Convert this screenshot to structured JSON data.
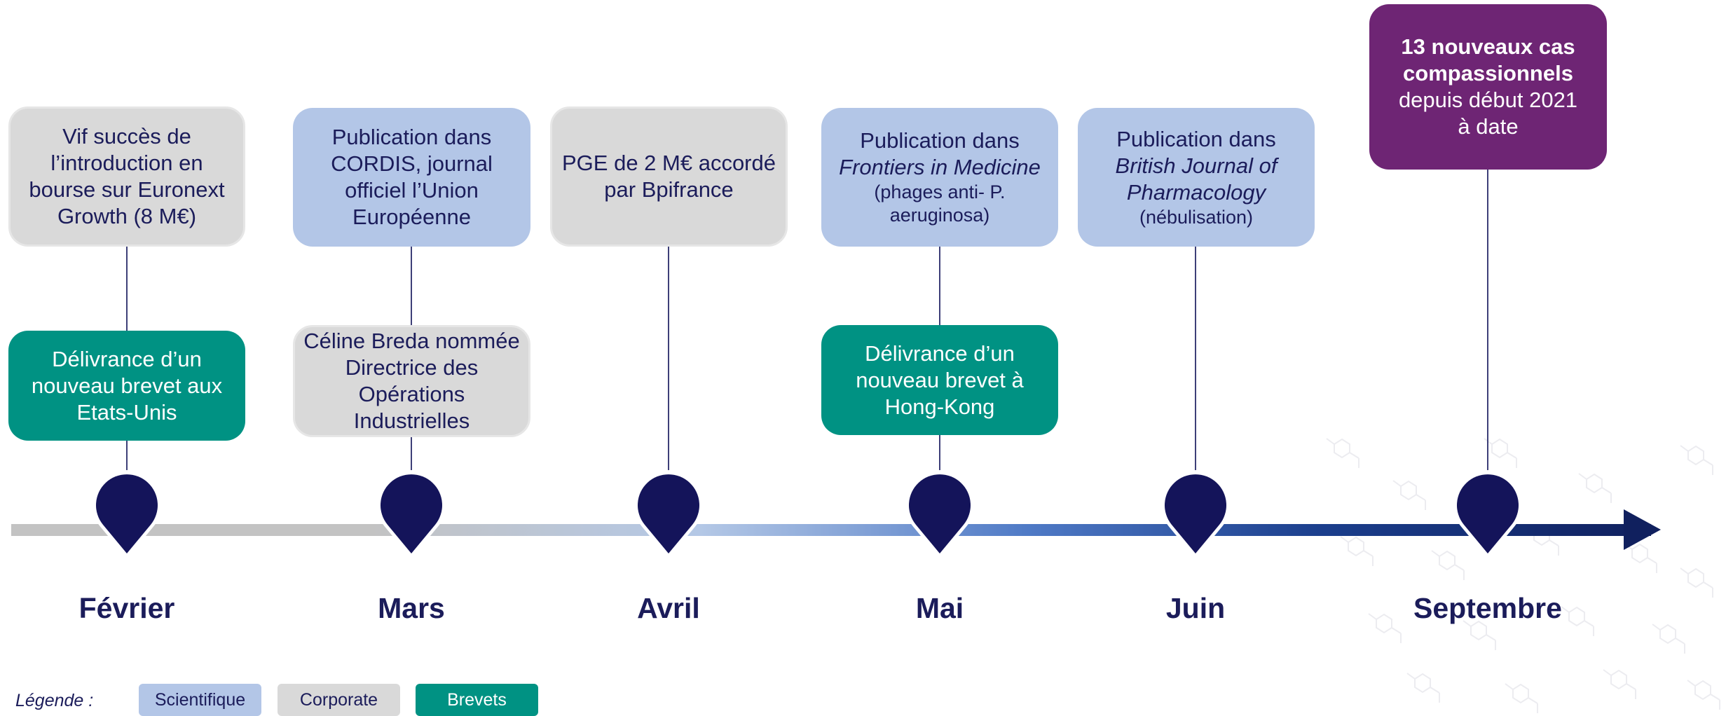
{
  "timeline": {
    "months": [
      "Février",
      "Mars",
      "Avril",
      "Mai",
      "Juin",
      "Septembre"
    ],
    "events": {
      "fevrier_ipo": [
        "Vif succès de",
        "l’introduction en",
        "bourse sur Euronext",
        "Growth (8 M€)"
      ],
      "fevrier_patent": [
        "Délivrance d’un",
        "nouveau brevet aux",
        "Etats-Unis"
      ],
      "mars_cordis": [
        "Publication dans",
        "CORDIS, journal",
        "officiel l’Union",
        "Européenne"
      ],
      "mars_nomination": [
        "Céline Breda nommée",
        "Directrice des",
        "Opérations",
        "Industrielles"
      ],
      "avril_pge": [
        "PGE de 2 M€ accordé",
        "par Bpifrance"
      ],
      "mai_publication": [
        "Publication dans",
        "Frontiers in Medicine",
        "(phages anti- P.",
        "aeruginosa)"
      ],
      "mai_patent": [
        "Délivrance d’un",
        "nouveau brevet à",
        "Hong-Kong"
      ],
      "juin_publication": [
        "Publication dans",
        "British Journal of",
        "Pharmacology",
        "(nébulisation)"
      ],
      "septembre_highlight": [
        "13 nouveaux cas",
        "compassionnels",
        "depuis début 2021",
        "à date"
      ]
    }
  },
  "legend": {
    "title": "Légende :",
    "scientific": "Scientifique",
    "corporate": "Corporate",
    "patents": "Brevets"
  },
  "colors": {
    "scientific": "#b3c6e7",
    "corporate": "#d9d9d9",
    "patents": "#009283",
    "highlight": "#6e2574",
    "navy": "#14145a"
  }
}
